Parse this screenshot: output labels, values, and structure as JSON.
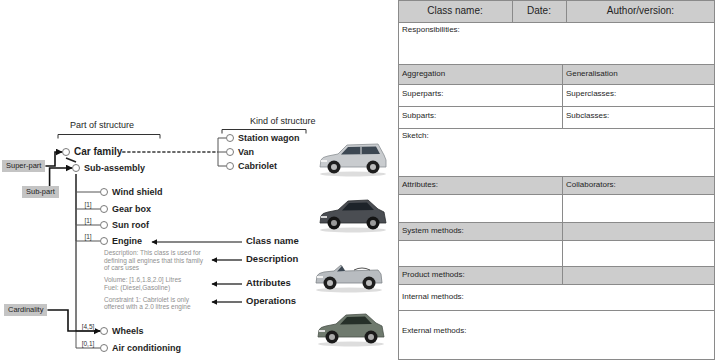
{
  "diagram": {
    "nodes": [
      {
        "text": [
          "Car family"
        ]
      },
      {
        "text": [
          "Station wagon"
        ]
      },
      {
        "text": [
          "Van"
        ]
      },
      {
        "text": [
          "Cabriolet"
        ]
      },
      {
        "text": [
          "Sub-assembly"
        ]
      },
      {
        "text": [
          "Wind shield"
        ]
      },
      {
        "text": [
          "Gear box"
        ]
      },
      {
        "text": [
          "Sun roof"
        ]
      },
      {
        "text": [
          "Engine",
          "Description: This class is used for defining all engines that this family of cars uses",
          "Volume: [1.6,1.8,2.0] Litres",
          "Fuel: (Diesel,Gasoline)",
          "Constraint 1: Cabriolet is only offered with a 2.0 litres engine"
        ]
      },
      {
        "text": [
          "Wheels"
        ]
      },
      {
        "text": [
          "Air conditioning"
        ]
      },
      {
        "text": [
          "Super-part"
        ]
      },
      {
        "text": [
          "Sub-part"
        ]
      },
      {
        "text": [
          "Cardinality"
        ]
      }
    ],
    "edges": [
      {
        "from": 0,
        "to": 1,
        "arrow": "none"
      },
      {
        "from": 0,
        "to": 2,
        "arrow": "none"
      },
      {
        "from": 0,
        "to": 3,
        "arrow": "none"
      },
      {
        "from": 0,
        "to": 4,
        "arrow": "none"
      },
      {
        "from": 4,
        "to": 5,
        "arrow": "none"
      },
      {
        "from": 4,
        "to": 6,
        "label": "[1]",
        "arrow": "none"
      },
      {
        "from": 4,
        "to": 7,
        "label": "[1]",
        "arrow": "none"
      },
      {
        "from": 4,
        "to": 8,
        "label": "[1]",
        "arrow": "none"
      },
      {
        "from": 4,
        "to": 9,
        "label": "[4,5]",
        "arrow": "none"
      },
      {
        "from": 4,
        "to": 10,
        "label": "[0,1]",
        "arrow": "none"
      },
      {
        "from": 11,
        "to": 0,
        "arrow": "to"
      },
      {
        "from": 12,
        "to": 4,
        "arrow": "to"
      },
      {
        "from": 13,
        "to": 9,
        "arrow": "to"
      }
    ],
    "labels": [
      "Part of structure",
      "Kind of structure",
      "Class name",
      "Description",
      "Attributes",
      "Operations",
      "Class name:",
      "Date:",
      "Author/version:",
      "Responsibilities:",
      "Aggregation",
      "Generalisation",
      "Superparts:",
      "Superclasses:",
      "Subparts:",
      "Subclasses:",
      "Sketch:",
      "Attributes:",
      "Collaborators:",
      "System methods:",
      "Product methods:",
      "Internal methods:",
      "External methods:"
    ]
  }
}
